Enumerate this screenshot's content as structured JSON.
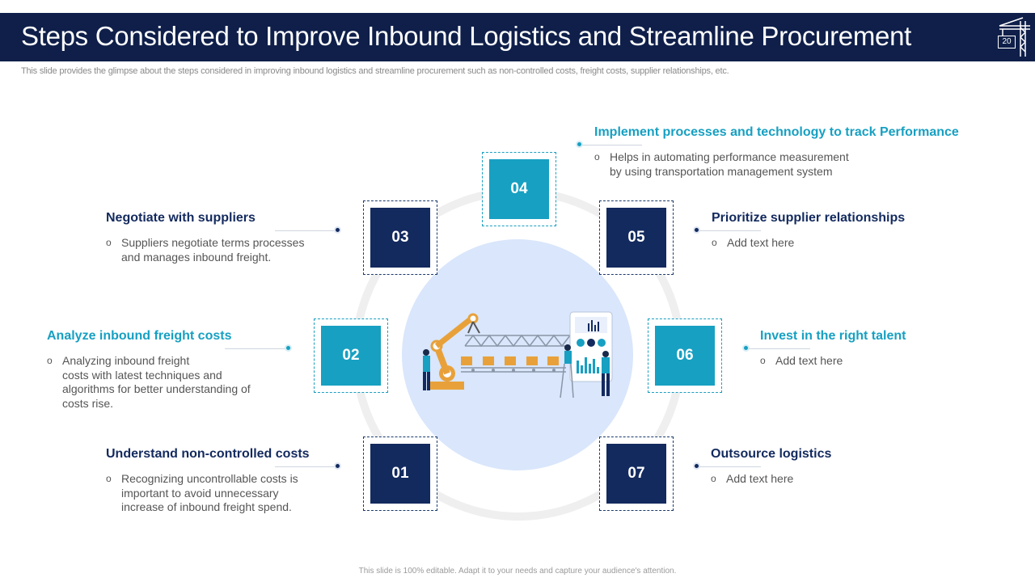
{
  "header": {
    "title": "Steps Considered to Improve Inbound Logistics and Streamline Procurement",
    "page_number": "20",
    "logo_icon": "crane-icon"
  },
  "subtitle": "This slide provides the glimpse about the steps considered in improving inbound logistics and streamline procurement such as non-controlled costs, freight costs, supplier relationships, etc.",
  "colors": {
    "navy": "#132a5e",
    "teal": "#17a0c2",
    "header_bg": "#0f1f4a",
    "circle": "#d9e6fb"
  },
  "steps": [
    {
      "number": "01",
      "title": "Understand non-controlled costs",
      "desc": "Recognizing uncontrollable costs is\nimportant to avoid unnecessary\nincrease of inbound freight spend."
    },
    {
      "number": "02",
      "title": "Analyze inbound freight costs",
      "desc": "Analyzing inbound freight\ncosts with latest techniques and\nalgorithms for better understanding of\ncosts rise."
    },
    {
      "number": "03",
      "title": "Negotiate with suppliers",
      "desc": "Suppliers negotiate terms processes\nand manages inbound freight."
    },
    {
      "number": "04",
      "title": "Implement processes  and technology to track Performance",
      "desc": "Helps in automating performance measurement\nby using transportation management system"
    },
    {
      "number": "05",
      "title": "Prioritize supplier relationships",
      "desc": "Add text here"
    },
    {
      "number": "06",
      "title": "Invest  in the right talent",
      "desc": "Add text here"
    },
    {
      "number": "07",
      "title": "Outsource  logistics",
      "desc": "Add text here"
    }
  ],
  "bullet_glyph": "o",
  "illustration_icon": "factory-automation-illustration",
  "footer": "This slide is 100% editable. Adapt it to your needs and capture your audience's attention."
}
